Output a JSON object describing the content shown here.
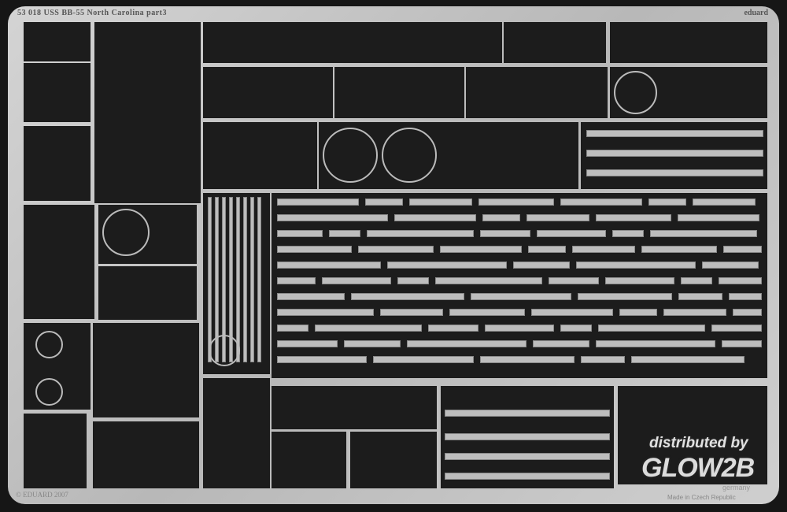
{
  "fret": {
    "title": "53 018  USS BB-55  North Carolina   part3",
    "brand": "eduard",
    "copyright": "© EDUARD 2007",
    "made_in": "Made in Czech Republic"
  },
  "watermark": {
    "line1": "distributed by",
    "logo": "GLOW2B",
    "country": "germany"
  },
  "colors": {
    "background": "#161616",
    "metal": "#c8c8c8",
    "panel": "#1c1c1c"
  }
}
